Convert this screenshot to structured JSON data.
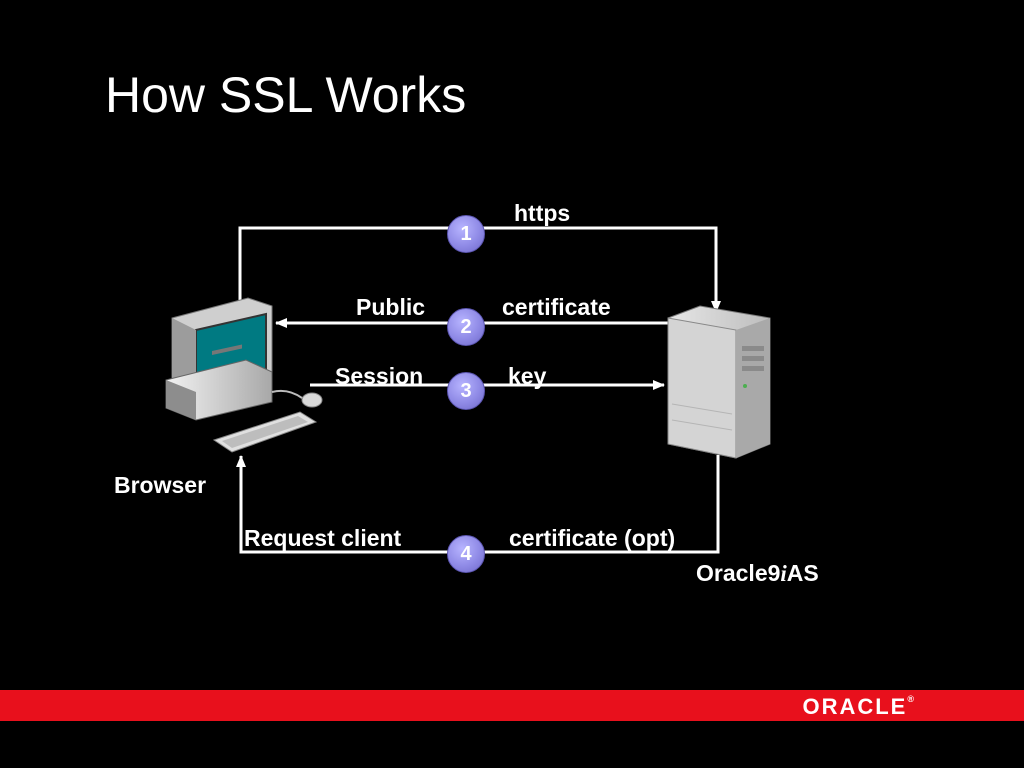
{
  "slide": {
    "title": "How SSL Works"
  },
  "diagram": {
    "client_label": "Browser",
    "server_label_prefix": "Oracle9",
    "server_label_italic": "i",
    "server_label_suffix": "AS",
    "steps": [
      {
        "number": "1",
        "left_label": "",
        "right_label": "https"
      },
      {
        "number": "2",
        "left_label": "Public",
        "right_label": "certificate"
      },
      {
        "number": "3",
        "left_label": "Session",
        "right_label": "key"
      },
      {
        "number": "4",
        "left_label": "Request client",
        "right_label": "certificate (opt)"
      }
    ]
  },
  "footer": {
    "logo_text": "ORACLE",
    "logo_mark": "®",
    "bar_color": "#e8101c"
  },
  "colors": {
    "background": "#000000",
    "lines": "#ffffff",
    "badge": "#8f8ae6"
  }
}
